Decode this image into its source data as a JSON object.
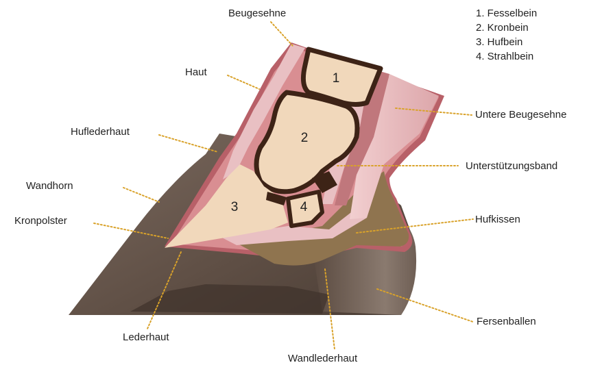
{
  "legend": [
    "1.  Fesselbein",
    "2. Kronbein",
    "3. Hufbein",
    "4. Strahlbein"
  ],
  "bone_numbers": {
    "fesselbein": "1",
    "kronbein": "2",
    "hufbein": "3",
    "strahlbein": "4"
  },
  "labels": {
    "beugesehne": "Beugesehne",
    "haut": "Haut",
    "huflederhaut": "Huflederhaut",
    "wandhorn": "Wandhorn",
    "kronpolster": "Kronpolster",
    "lederhaut": "Lederhaut",
    "wandlederhaut": "Wandlederhaut",
    "fersenballen": "Fersenballen",
    "hufkissen": "Hufkissen",
    "unterstuetzungsband": "Unterstützungsband",
    "untere_beugesehne": "Untere Beugesehne"
  },
  "colors": {
    "leader": "#d9a22a",
    "wall": "#6b5a4f",
    "bone": "#f1d8bb",
    "cartilage": "#3d2316",
    "tissue": "#c9777c",
    "tendon": "#e9c0c3",
    "cushion": "#8f744f"
  }
}
